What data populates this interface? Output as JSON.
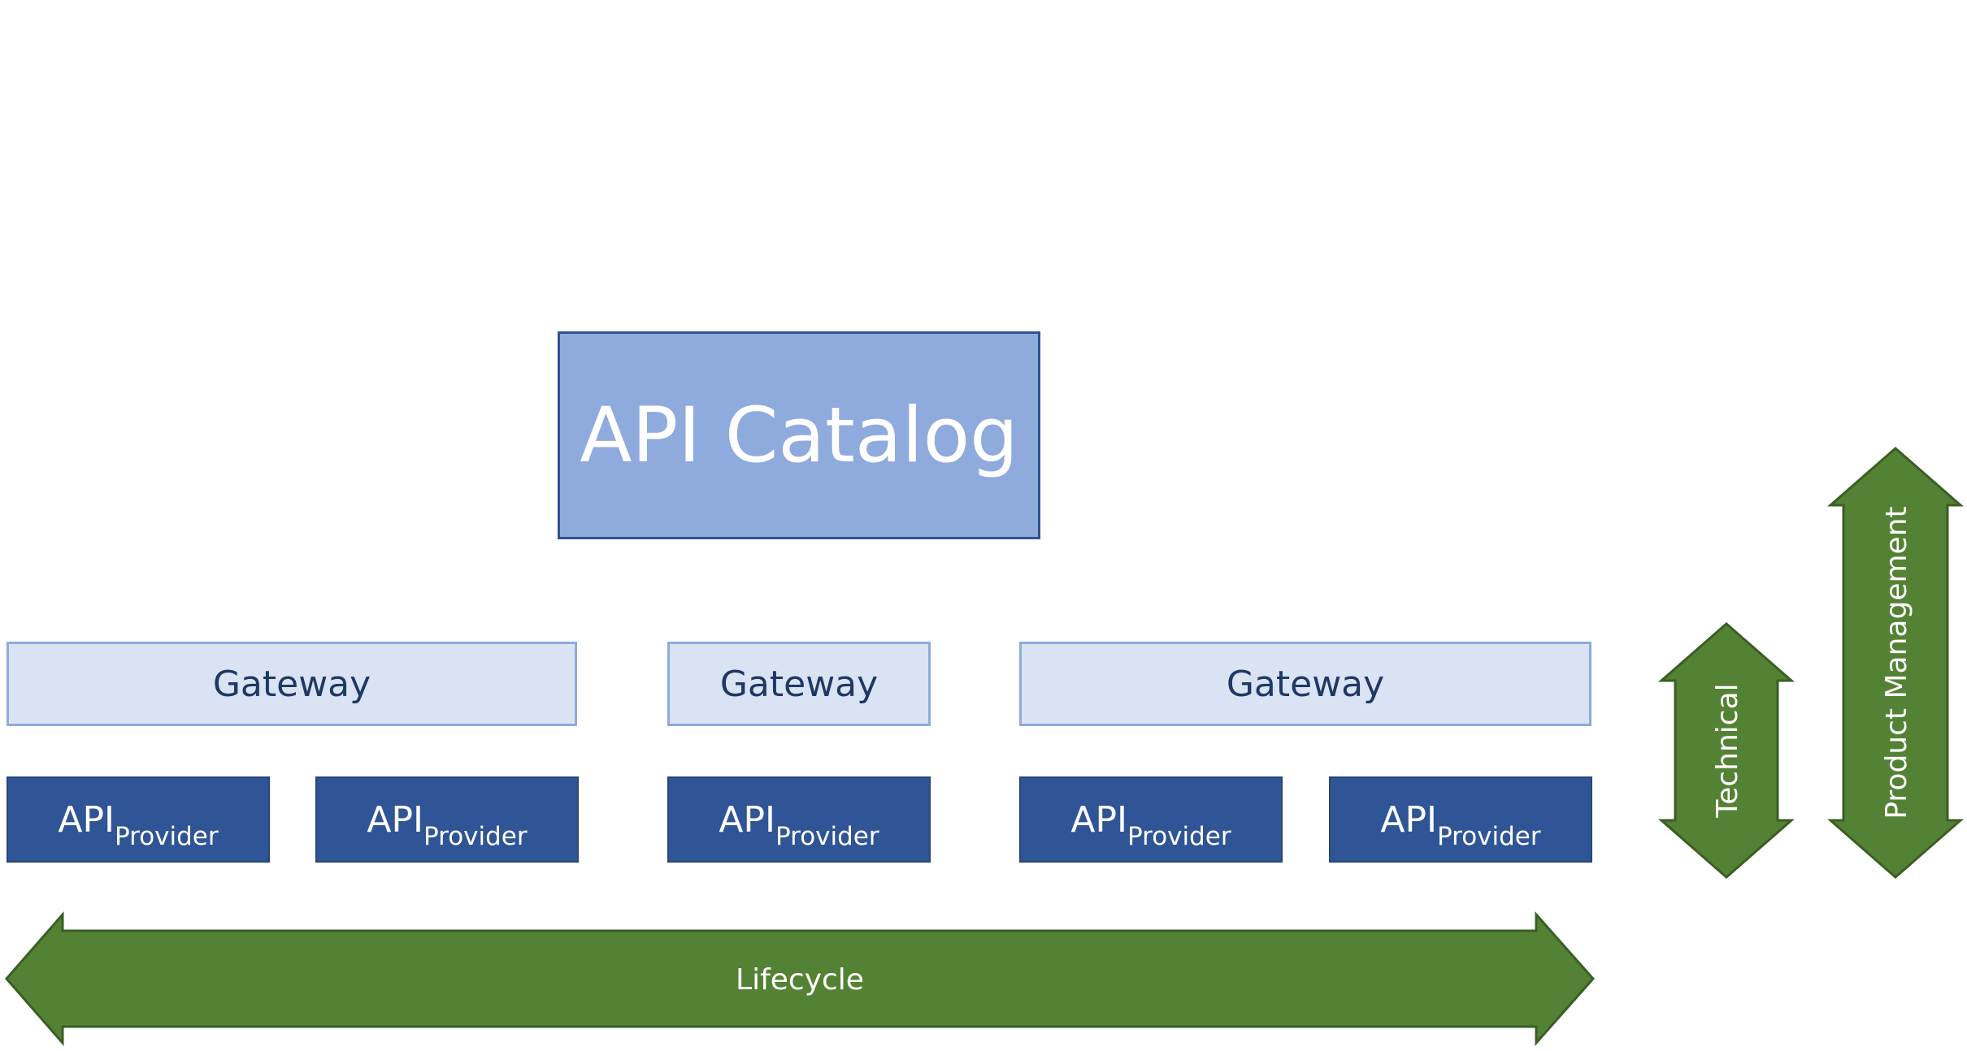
{
  "catalog": {
    "label": "API Catalog"
  },
  "gateways": [
    {
      "label": "Gateway"
    },
    {
      "label": "Gateway"
    },
    {
      "label": "Gateway"
    }
  ],
  "providers": [
    {
      "label": "API",
      "sub": "Provider"
    },
    {
      "label": "API",
      "sub": "Provider"
    },
    {
      "label": "API",
      "sub": "Provider"
    },
    {
      "label": "API",
      "sub": "Provider"
    },
    {
      "label": "API",
      "sub": "Provider"
    }
  ],
  "arrows": {
    "lifecycle": "Lifecycle",
    "technical": "Technical",
    "product_management": "Product Management"
  },
  "colors": {
    "catalog_fill": "#8faadc",
    "catalog_border": "#2f528f",
    "gateway_fill": "#dae3f3",
    "gateway_border": "#8faadc",
    "gateway_text": "#1f3864",
    "provider_fill": "#2f5597",
    "arrow_fill": "#548235",
    "arrow_border": "#3a5e24"
  }
}
